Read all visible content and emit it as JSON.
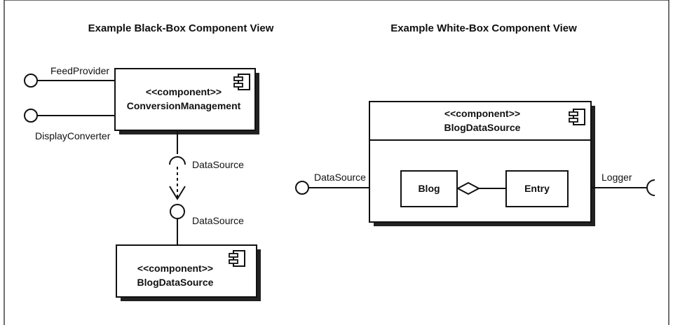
{
  "left_view": {
    "title": "Example Black-Box Component View",
    "top_component": {
      "stereotype": "<<component>>",
      "name": "ConversionManagement"
    },
    "bottom_component": {
      "stereotype": "<<component>>",
      "name": "BlogDataSource"
    },
    "provided_interfaces": [
      "FeedProvider",
      "DisplayConverter"
    ],
    "required_interface": "DataSource",
    "provided_datasource": "DataSource"
  },
  "right_view": {
    "title": "Example White-Box Component View",
    "component": {
      "stereotype": "<<component>>",
      "name": "BlogDataSource"
    },
    "parts": [
      "Blog",
      "Entry"
    ],
    "provided_interface": "DataSource",
    "required_interface": "Logger"
  }
}
